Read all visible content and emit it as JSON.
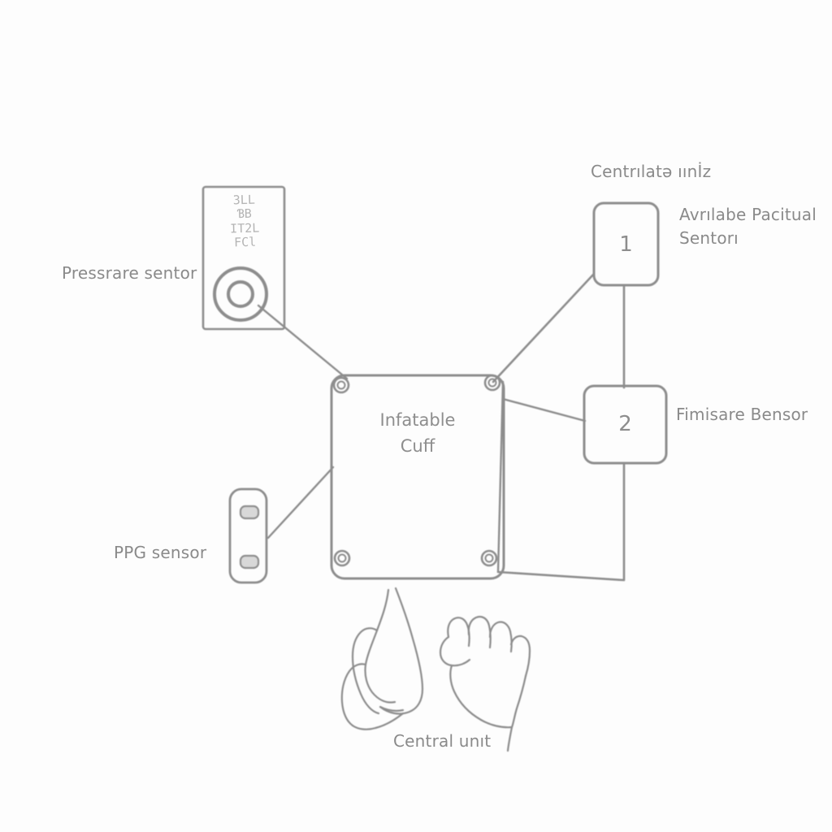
{
  "diagram": {
    "title_visible": false,
    "background_color": "#fdfdfd",
    "stroke_color": "#8d8d8d",
    "text_color": "#8a8a8a"
  },
  "labels": {
    "pressure_sensor": "Pressrare sentor",
    "ppg_sensor": "PPG sensor",
    "central_unit_heading": "Centrılatə ıınİz",
    "available_actual_sensor": "Avrılabe Pacitual\nSentorı",
    "finger_sensor": "Fimisare Bensor",
    "central_unit": "Central unıt"
  },
  "cuff": {
    "label": "Infatable\nCuff",
    "grommet_count": 4
  },
  "boxes": [
    {
      "id": "box-1",
      "number": "1"
    },
    {
      "id": "box-2",
      "number": "2"
    }
  ],
  "pressure_device": {
    "screen_text": "3LL\nƁB\nIT2L\nFCl",
    "dial_label": "pressure-dial"
  },
  "ppg_device": {
    "pad_count": 2
  },
  "hands": {
    "count": 2,
    "description": "two-hand-outline"
  }
}
